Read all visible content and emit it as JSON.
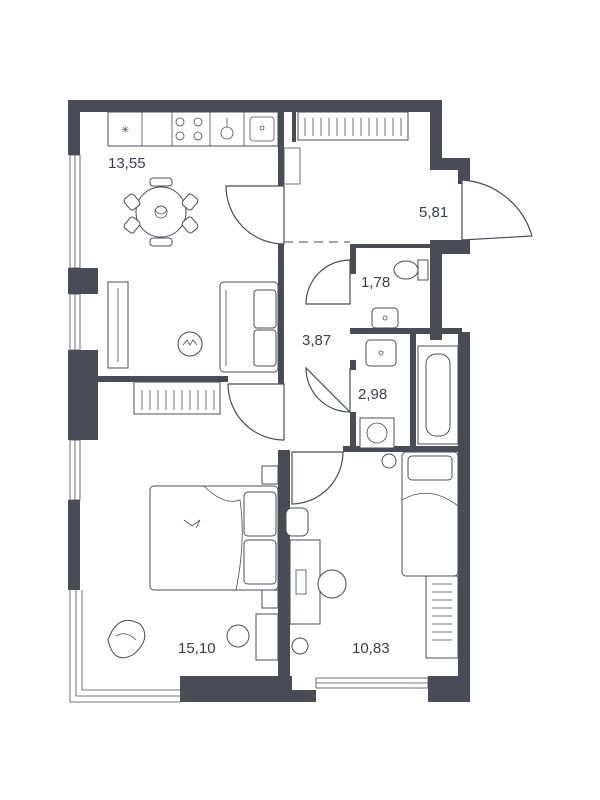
{
  "floor_plan": {
    "wall_color": "#4a4c55",
    "rooms": [
      {
        "id": "kitchen-living",
        "area": "13,55"
      },
      {
        "id": "balcony",
        "area": "5,81"
      },
      {
        "id": "toilet",
        "area": "1,78"
      },
      {
        "id": "hallway",
        "area": "3,87"
      },
      {
        "id": "bathroom",
        "area": "2,98"
      },
      {
        "id": "bedroom-large",
        "area": "15,10"
      },
      {
        "id": "bedroom-small",
        "area": "10,83"
      }
    ]
  }
}
